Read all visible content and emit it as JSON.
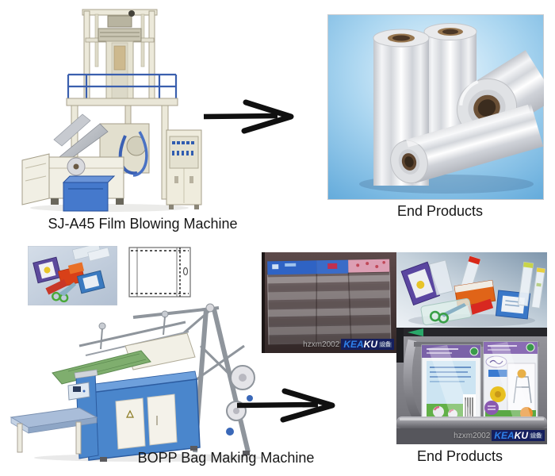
{
  "flows": [
    {
      "machine_label": "SJ-A45 Film Blowing Machine",
      "product_label": "End Products"
    },
    {
      "machine_label": "BOPP Bag Making Machine",
      "product_label": "End Products"
    }
  ],
  "watermark": {
    "user": "hzxm2002",
    "kea": "KEA",
    "ku": "KU",
    "suffix": "设备"
  },
  "icons": {
    "arrow": "right-arrow"
  },
  "colors": {
    "arrow_black": "#101010",
    "machine_blue": "#3a5fae",
    "bopp_body_blue": "#4a86cc",
    "rolls_photo_sky": "#8ec9ec",
    "bags_photo_brown": "#4a3838",
    "keaku_navy": "#151f5e",
    "keaku_blue": "#2f82ea"
  }
}
